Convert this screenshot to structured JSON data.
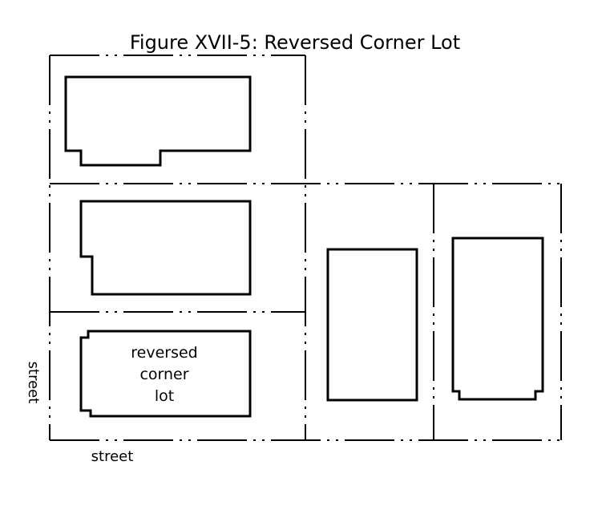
{
  "title": "Figure XVII-5: Reversed Corner Lot",
  "lot_label": {
    "lines": [
      "reversed",
      "corner",
      "lot"
    ]
  },
  "street_labels": {
    "bottom": "street",
    "left": "street"
  },
  "colors": {
    "line": "#000000",
    "background": "#ffffff"
  }
}
